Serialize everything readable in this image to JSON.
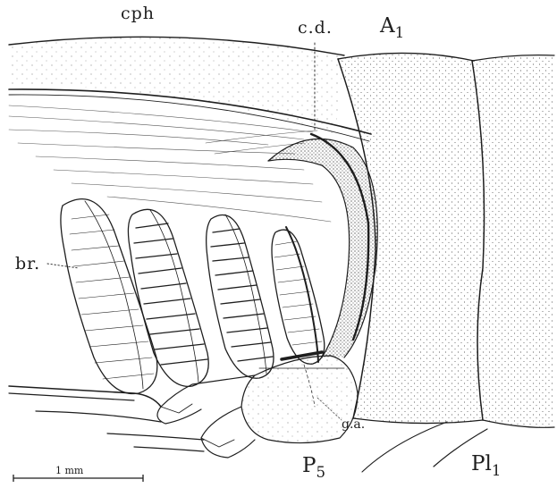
{
  "figure": {
    "labels": {
      "cph": "cph",
      "cd": "c.d.",
      "a1": "A",
      "a1_sub": "1",
      "br": "br.",
      "ga": "g.a.",
      "p5": "P",
      "p5_sub": "5",
      "pl1": "Pl",
      "pl1_sub": "1"
    },
    "scale_bar": {
      "label": "1 mm"
    },
    "colors": {
      "ink": "#1e1e1e",
      "paper": "#ffffff"
    }
  }
}
